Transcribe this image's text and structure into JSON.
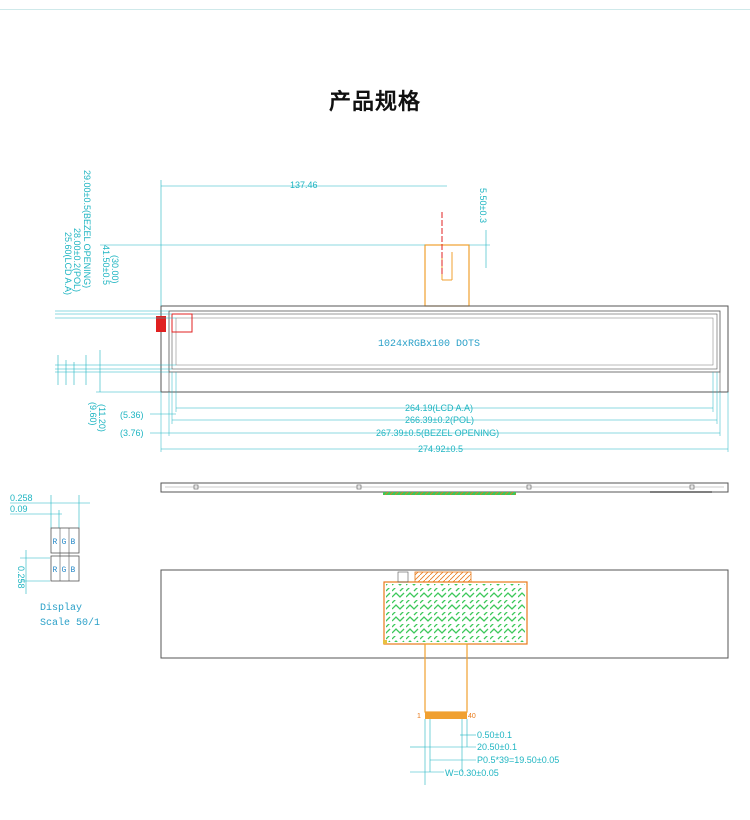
{
  "title": "产品规格",
  "colors": {
    "dimension": "#1fb5c2",
    "outline": "#555555",
    "fpc": "#f0a030",
    "connector": "#e87a1a",
    "pcb_pattern": "#3cc85a",
    "marker_red": "#e02020"
  },
  "front_view": {
    "active_area_label": "1024xRGBx100 DOTS",
    "width_dims": {
      "top": "137.46",
      "lcd_aa": "264.19(LCD A.A)",
      "pol": "266.39±0.2(POL)",
      "bezel": "267.39±0.5(BEZEL OPENING)",
      "overall": "274.92±0.5"
    },
    "left_offsets": {
      "a": "(5.36)",
      "b": "(3.76)"
    },
    "height_dims": {
      "bezel": "29.00±0.5(BEZEL OPENING)",
      "pol": "28.00±0.2(POL)",
      "lcd_aa": "25.60(LCD A.A)",
      "overall": "41.50±0.5",
      "ref": "(30.00)",
      "fpc_tab": "5.50±0.3",
      "bottom_a": "(9.60)",
      "bottom_b": "(11.20)"
    }
  },
  "pixel_detail": {
    "pitch_top": "0.258",
    "sub_pitch": "0.09",
    "pitch_side": "0.258",
    "subpixels": [
      "R",
      "G",
      "B"
    ],
    "caption_line1": "Display",
    "caption_line2": "Scale 50/1"
  },
  "fpc_dims": {
    "pin_first": "1",
    "pin_last": "40",
    "d1": "0.50±0.1",
    "d2": "20.50±0.1",
    "d3": "P0.5*39=19.50±0.05",
    "d4": "W=0.30±0.05"
  }
}
